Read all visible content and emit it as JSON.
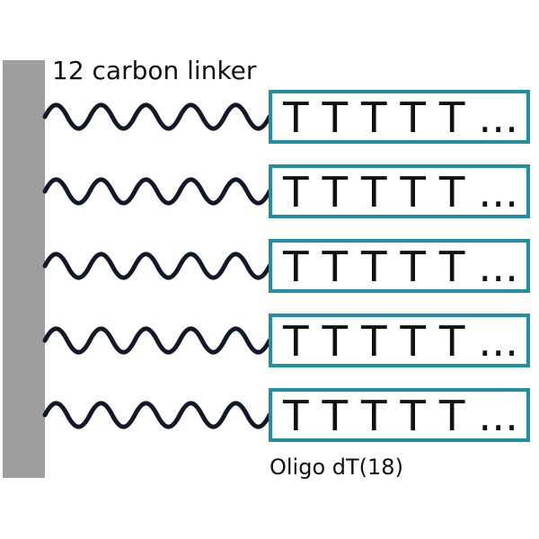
{
  "labels": {
    "linker": "12 carbon linker",
    "oligo": "Oligo dT(18)"
  },
  "strands": [
    {
      "sequence": "T T T T T ..."
    },
    {
      "sequence": "T T T T T ..."
    },
    {
      "sequence": "T T T T T ..."
    },
    {
      "sequence": "T T T T T ..."
    },
    {
      "sequence": "T T T T T ..."
    }
  ],
  "colors": {
    "surface": "#9e9e9e",
    "linker": "#111827",
    "box_border": "#1f8fa3",
    "text": "#111111"
  }
}
